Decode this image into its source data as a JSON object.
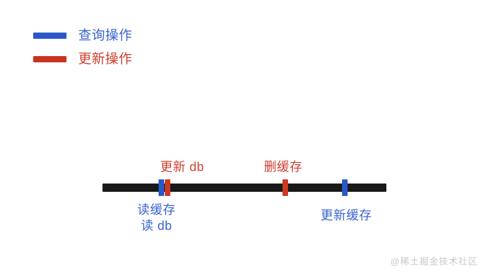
{
  "legend": {
    "items": [
      {
        "label": "查询操作",
        "color": "#2a58c8",
        "kind": "query"
      },
      {
        "label": "更新操作",
        "color": "#c8341f",
        "kind": "update"
      }
    ]
  },
  "timeline": {
    "line_color": "#191919",
    "events": [
      {
        "id": "read-cache-read-db",
        "kind": "query",
        "color": "#2a58c8",
        "position_pct": 19.8,
        "label_lines": [
          "读缓存",
          "读 db"
        ],
        "label_placement": "below"
      },
      {
        "id": "update-db",
        "kind": "update",
        "color": "#cc3a22",
        "position_pct": 22.0,
        "label_lines": [
          "更新 db"
        ],
        "label_placement": "above"
      },
      {
        "id": "delete-cache",
        "kind": "update",
        "color": "#cc3a22",
        "position_pct": 64.0,
        "label_lines": [
          "删缓存"
        ],
        "label_placement": "above"
      },
      {
        "id": "update-cache",
        "kind": "query",
        "color": "#2a58c8",
        "position_pct": 85.0,
        "label_lines": [
          "更新缓存"
        ],
        "label_placement": "below"
      }
    ]
  },
  "labels": {
    "update_db": "更新 db",
    "delete_cache": "删缓存",
    "read_cache": "读缓存",
    "read_db": "读 db",
    "update_cache": "更新缓存"
  },
  "watermark": {
    "text": "@稀土掘金技术社区"
  }
}
